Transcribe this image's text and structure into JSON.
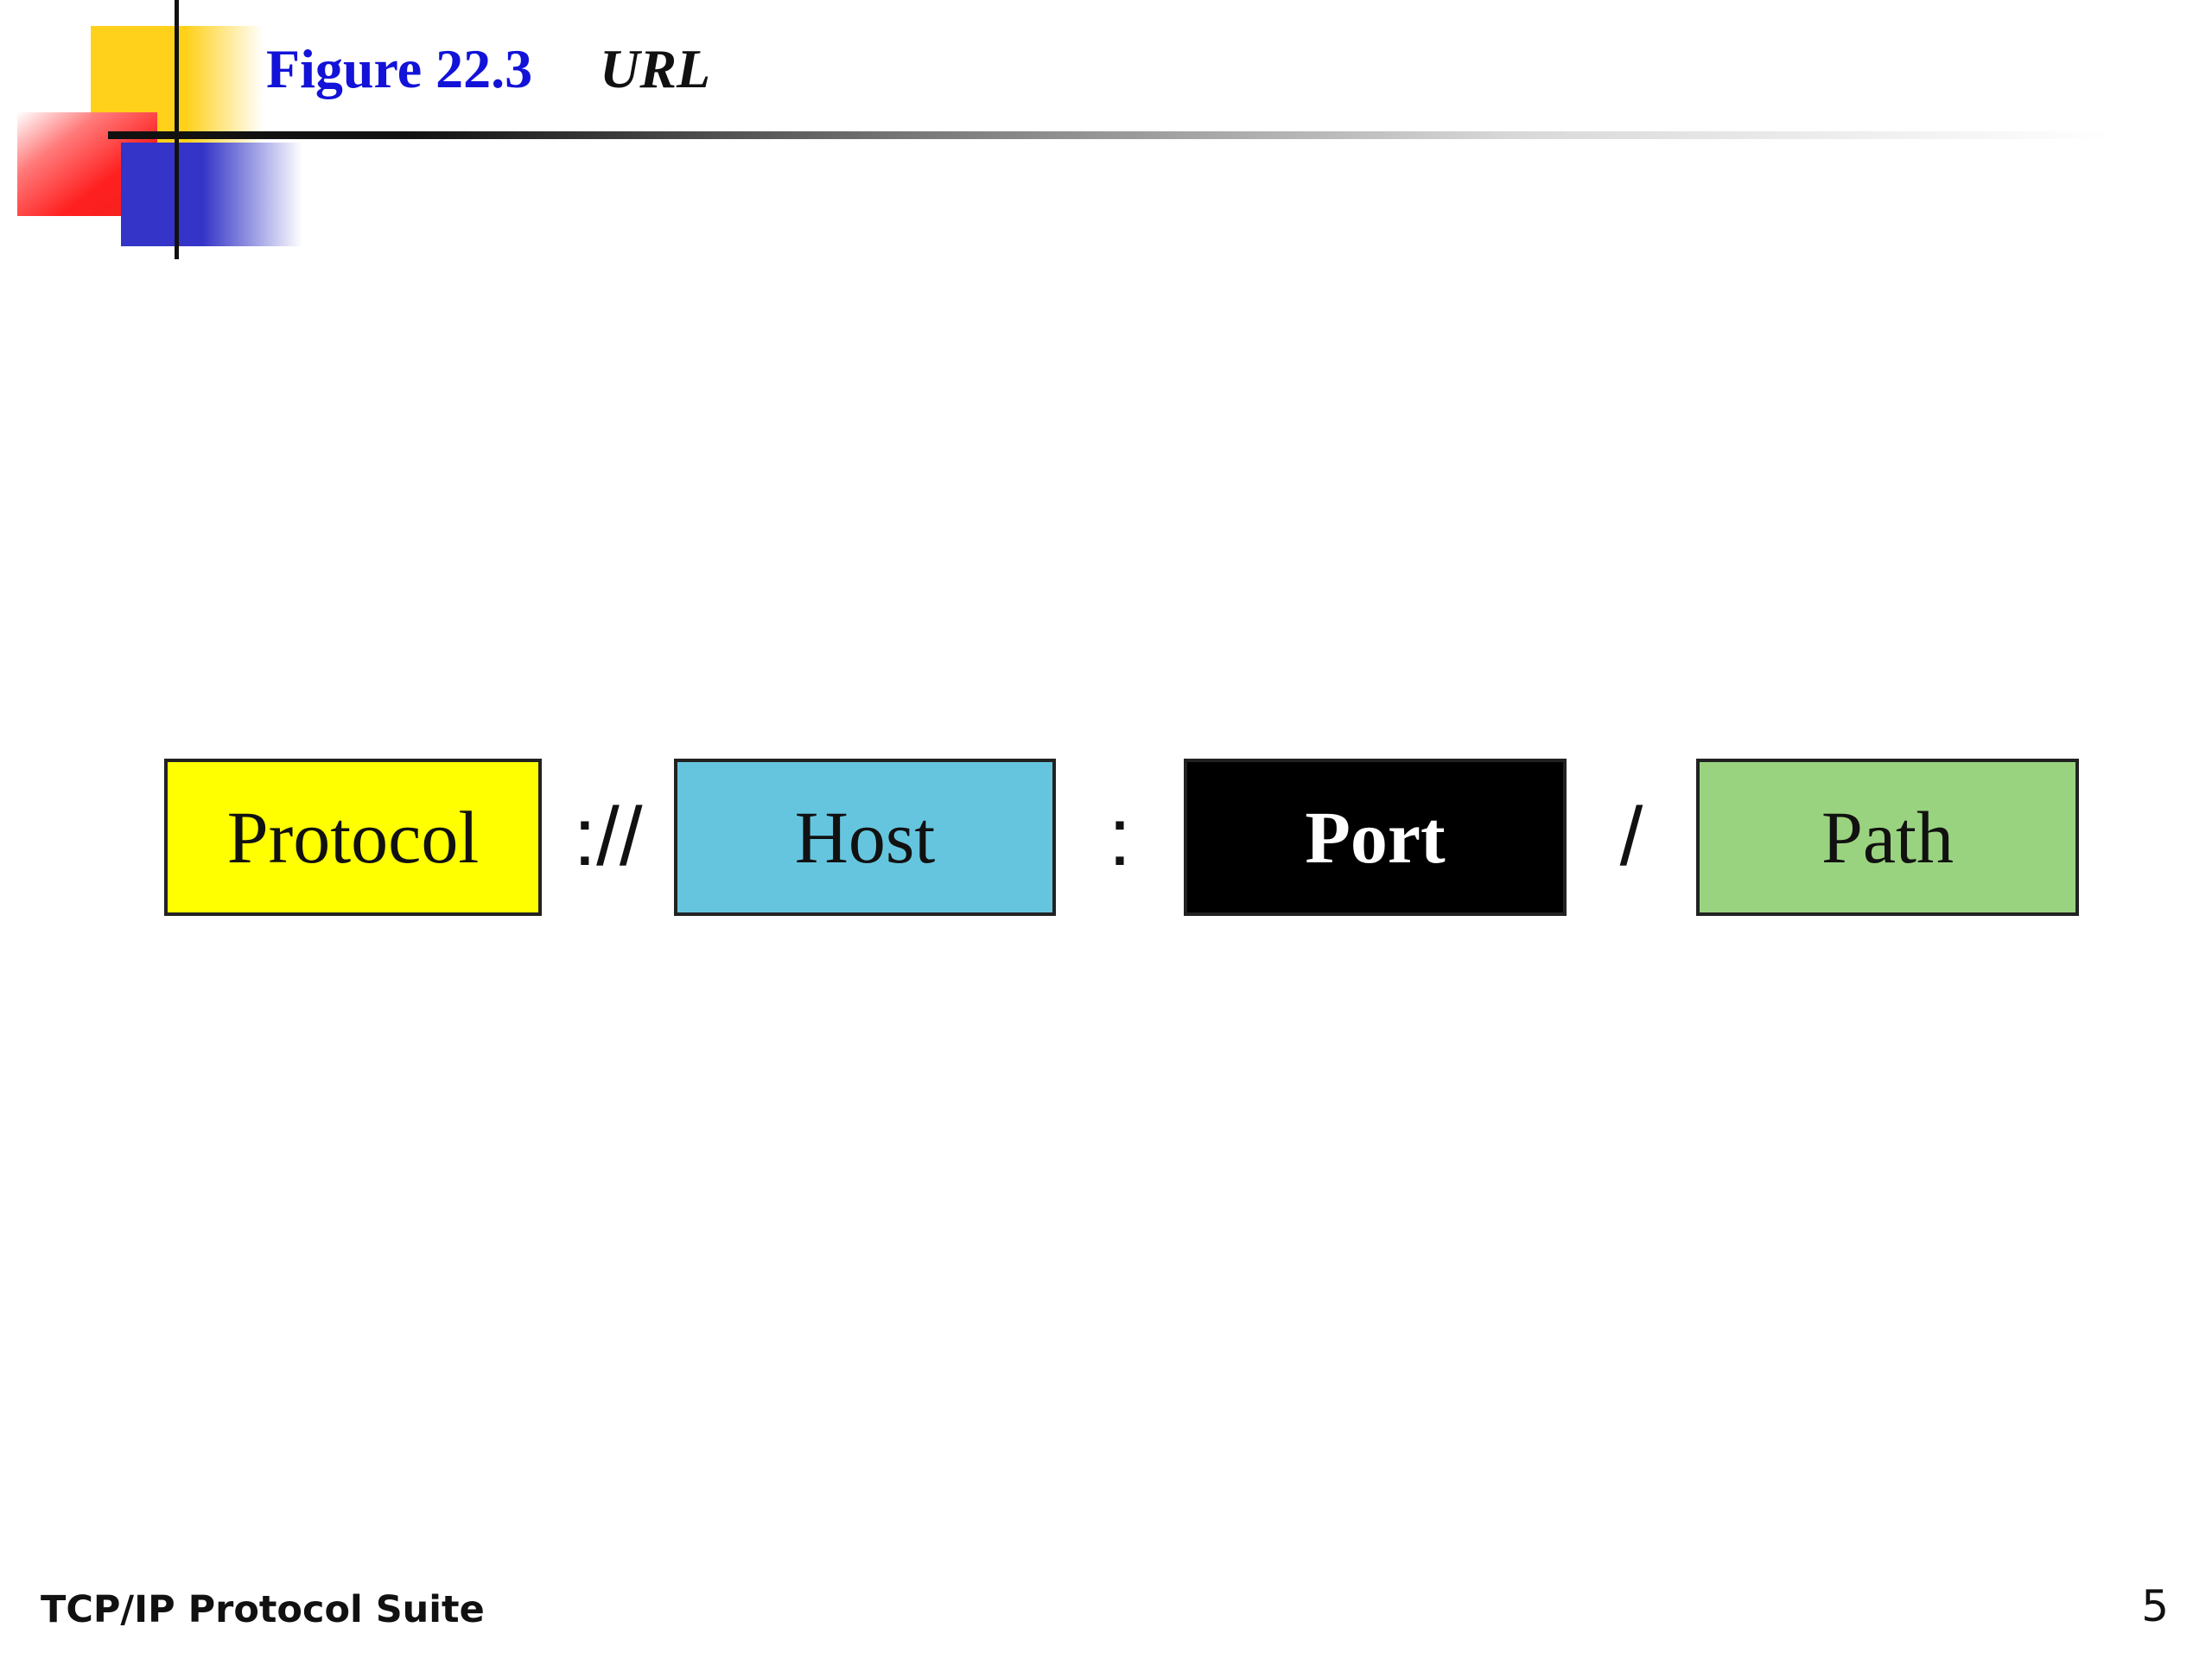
{
  "slide": {
    "figure_label": "Figure 22.3",
    "figure_title": "URL",
    "title_color": "#1212d8"
  },
  "url_parts": {
    "protocol": "Protocol",
    "sep1": "://",
    "host": "Host",
    "sep2": ":",
    "port": "Port",
    "sep3": "/",
    "path": "Path"
  },
  "colors": {
    "protocol": "#ffff00",
    "host": "#66c5de",
    "port": "#000000",
    "path": "#9ad37f"
  },
  "footer": {
    "text": "TCP/IP Protocol Suite",
    "page_number": "5"
  }
}
